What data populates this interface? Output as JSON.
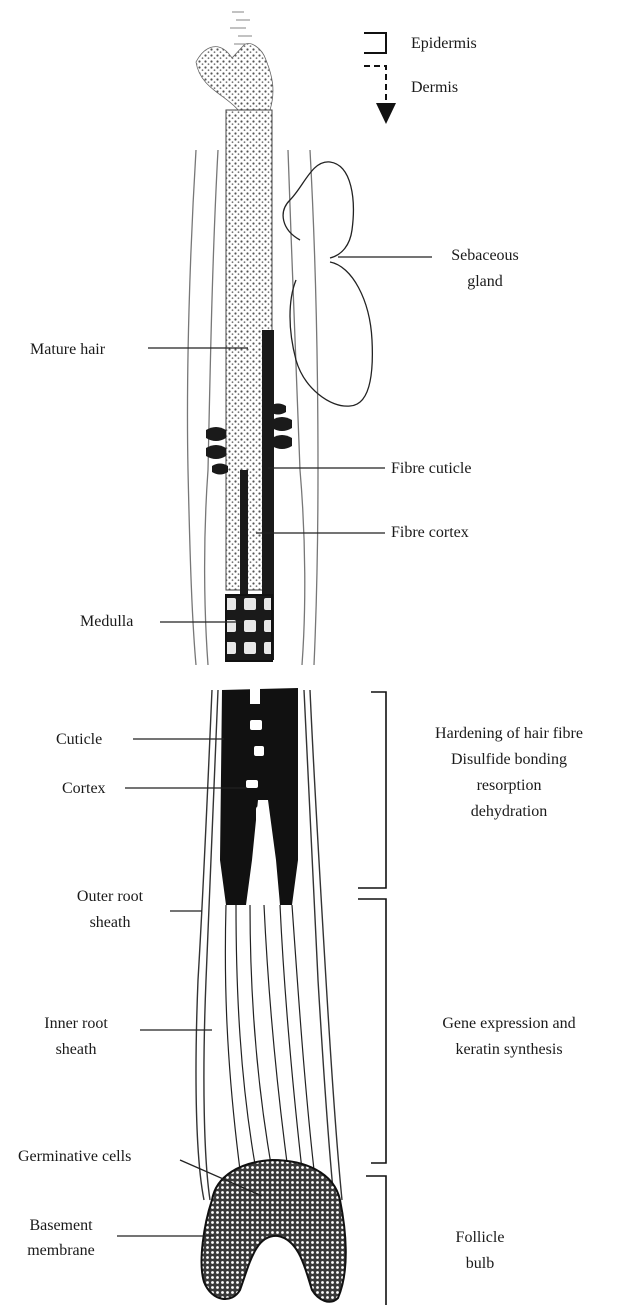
{
  "layer_legend": {
    "epidermis": "Epidermis",
    "dermis": "Dermis"
  },
  "upper_labels": {
    "sebaceous_line1": "Sebaceous",
    "sebaceous_line2": "gland",
    "mature_hair": "Mature hair",
    "fibre_cuticle": "Fibre cuticle",
    "fibre_cortex": "Fibre cortex",
    "medulla": "Medulla"
  },
  "lower_labels": {
    "cuticle": "Cuticle",
    "cortex": "Cortex",
    "outer_root_line1": "Outer root",
    "outer_root_line2": "sheath",
    "inner_root_line1": "Inner root",
    "inner_root_line2": "sheath",
    "germinative_cells": "Germinative cells",
    "basement_line1": "Basement",
    "basement_line2": "membrane"
  },
  "zones": {
    "hardening_line1": "Hardening of hair fibre",
    "hardening_line2": "Disulfide bonding",
    "hardening_line3": "resorption",
    "hardening_line4": "dehydration",
    "gene_line1": "Gene expression and",
    "gene_line2": "keratin synthesis",
    "bulb_line1": "Follicle",
    "bulb_line2": "bulb"
  }
}
